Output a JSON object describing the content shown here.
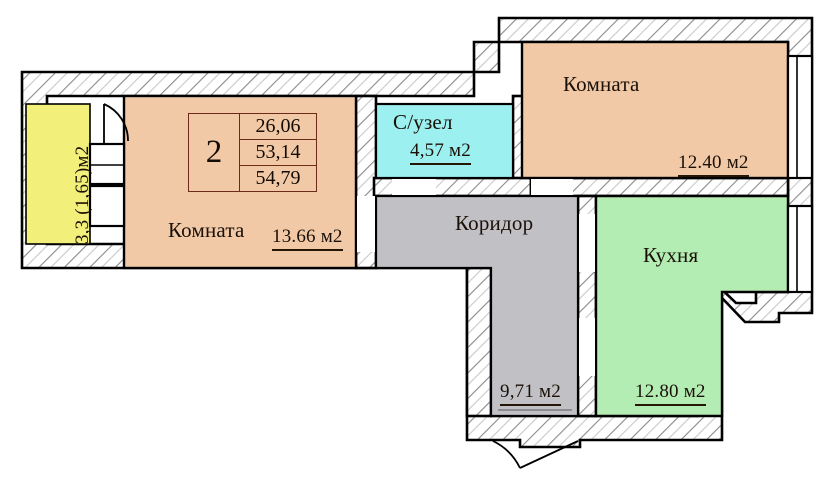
{
  "plan": {
    "info_table": {
      "rooms_count": "2",
      "values": [
        "26,06",
        "53,14",
        "54,79"
      ]
    },
    "rooms": [
      {
        "id": "balcony",
        "name": "",
        "area_label": "3,3 (1,65)м2",
        "color": "#F2F07A"
      },
      {
        "id": "room-left",
        "name": "Комната",
        "area_label": "13.66 м2",
        "color": "#F2C9A6"
      },
      {
        "id": "bathroom",
        "name": "С/узел",
        "area_label": "4,57 м2",
        "color": "#9DF0F0"
      },
      {
        "id": "room-top-right",
        "name": "Комната",
        "area_label": "12.40 м2",
        "color": "#F2C9A6"
      },
      {
        "id": "corridor",
        "name": "Коридор",
        "area_label": "9,71 м2",
        "color": "#C0C0C5"
      },
      {
        "id": "kitchen",
        "name": "Кухня",
        "area_label": "12.80 м2",
        "color": "#B3EDB3"
      }
    ],
    "colors": {
      "wall_outline": "#000000",
      "wall_fill": "#FFFFFF",
      "hatch_line": "#808080",
      "table_border": "#6B2B18",
      "text": "#1A1008"
    }
  }
}
